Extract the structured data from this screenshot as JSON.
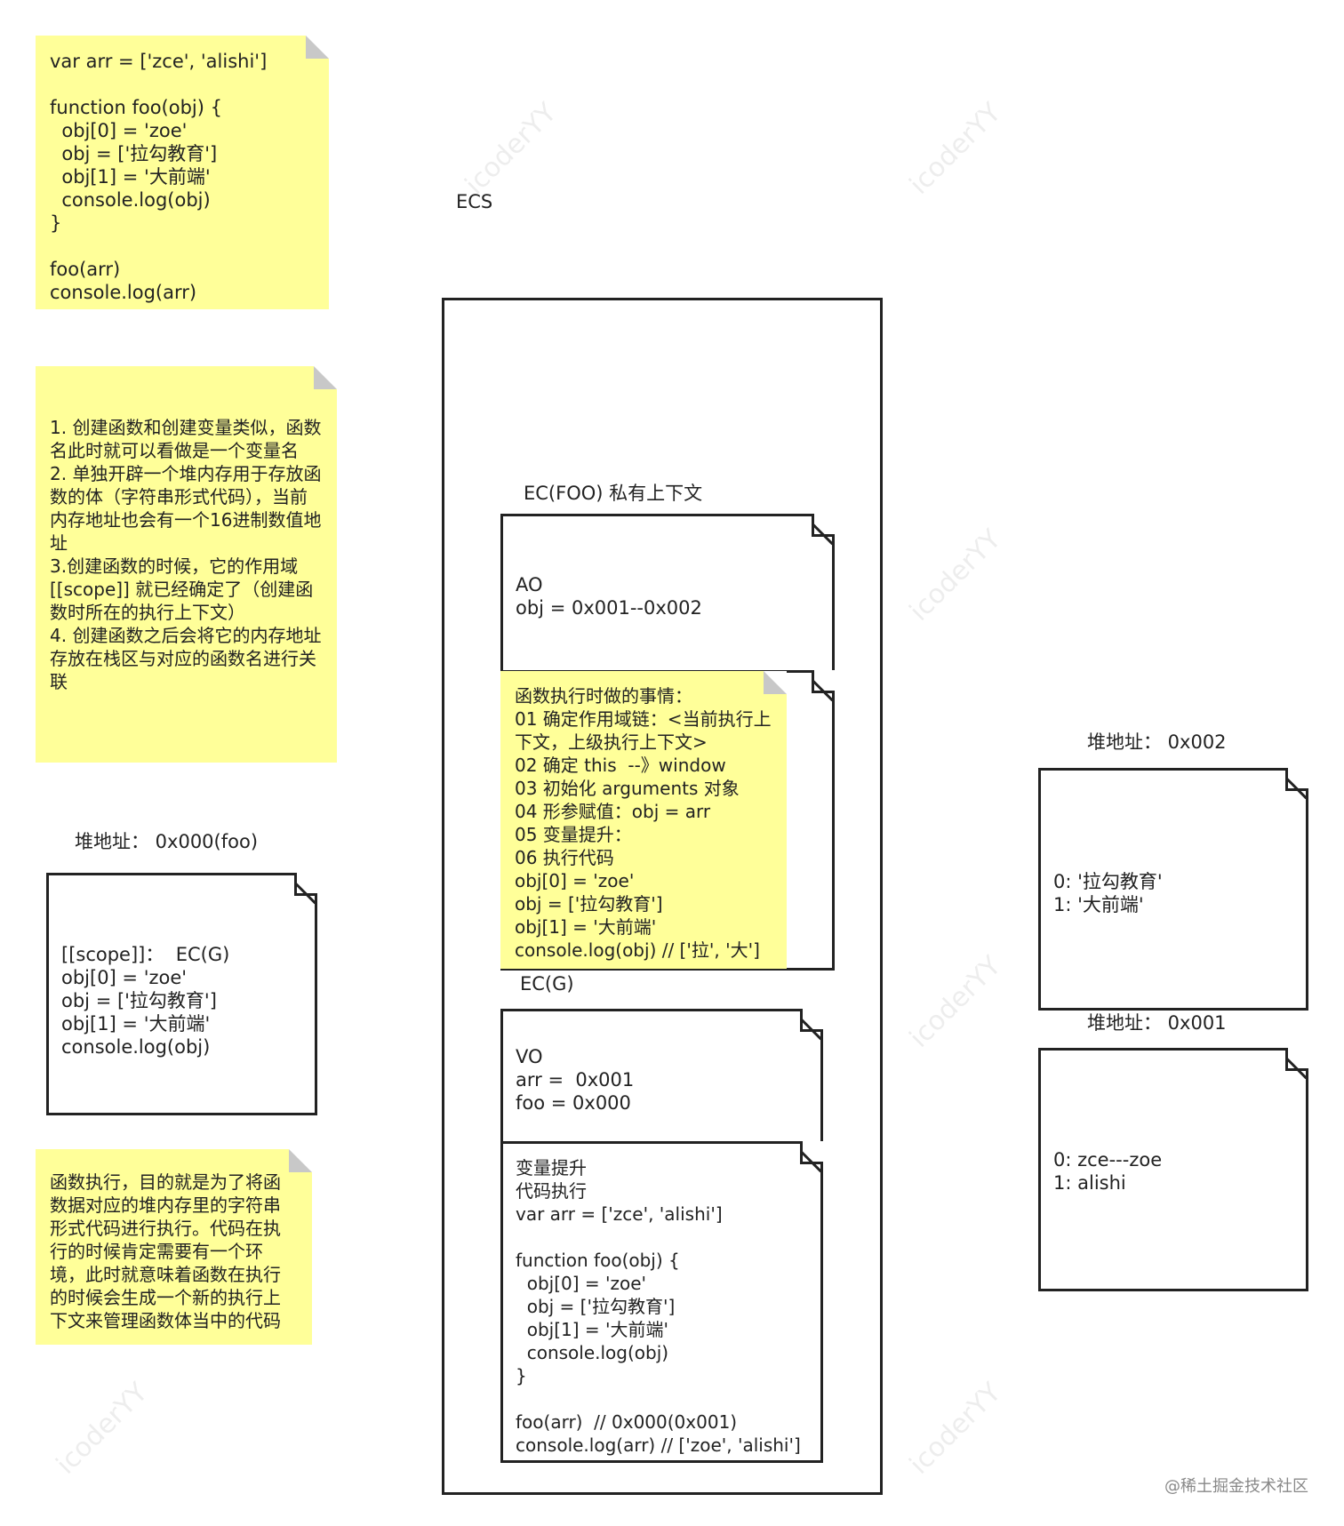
{
  "code_note": {
    "lines": "var arr = ['zce', 'alishi']\n\nfunction foo(obj) {\n  obj[0] = 'zoe'\n  obj = ['拉勾教育']\n  obj[1] = '大前端'\n  console.log(obj)\n}\n\nfoo(arr)\nconsole.log(arr)"
  },
  "steps_note": {
    "text": "1. 创建函数和创建变量类似，函数名此时就可以看做是一个变量名\n2. 单独开辟一个堆内存用于存放函数的体（字符串形式代码），当前内存地址也会有一个16进制数值地址\n3.创建函数的时候，它的作用域[[scope]] 就已经确定了（创建函数时所在的执行上下文）\n4. 创建函数之后会将它的内存地址存放在栈区与对应的函数名进行关联"
  },
  "heap_foo": {
    "title": "堆地址： 0x000(foo)",
    "lines": "[[scope]]：  EC(G)\nobj[0] = 'zoe'\nobj = ['拉勾教育']\nobj[1] = '大前端'\nconsole.log(obj)"
  },
  "exec_note": {
    "text": "函数执行，目的就是为了将函数据对应的堆内存里的字符串形式代码进行执行。代码在执行的时候肯定需要有一个环境，此时就意味着函数在执行的时候会生成一个新的执行上下文来管理函数体当中的代码"
  },
  "ecs": {
    "label": "ECS"
  },
  "ec_foo": {
    "label": "EC(FOO) 私有上下文",
    "ao": "AO\nobj = 0x001--0x002",
    "steps": "函数执行时做的事情：\n01 确定作用域链：<当前执行上下文，上级执行上下文>\n02 确定 this  --》window\n03 初始化 arguments 对象\n04 形参赋值：obj = arr\n05 变量提升：\n06 执行代码\nobj[0] = 'zoe'\nobj = ['拉勾教育']\nobj[1] = '大前端'\nconsole.log(obj) // ['拉', '大']"
  },
  "ec_g": {
    "label": "EC(G)",
    "vo": "VO\narr =  0x001\nfoo = 0x000",
    "code": "变量提升\n代码执行\nvar arr = ['zce', 'alishi']\n\nfunction foo(obj) {\n  obj[0] = 'zoe'\n  obj = ['拉勾教育']\n  obj[1] = '大前端'\n  console.log(obj)\n}\n\nfoo(arr)  // 0x000(0x001)\nconsole.log(arr) // ['zoe', 'alishi']"
  },
  "heap_002": {
    "title": "堆地址： 0x002",
    "lines": "0: '拉勾教育'\n1: '大前端'"
  },
  "heap_001": {
    "title": "堆地址： 0x001",
    "lines": "0: zce---zoe\n1: alishi"
  },
  "watermark": "icoderYY",
  "credit": "@稀土掘金技术社区"
}
